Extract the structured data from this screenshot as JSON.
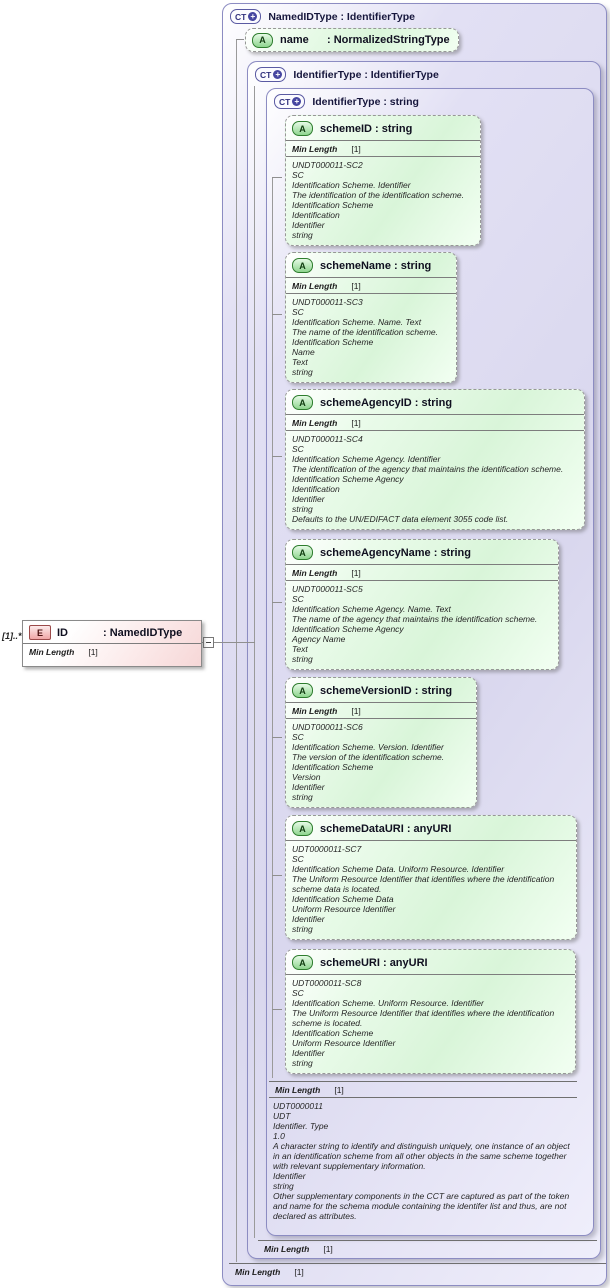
{
  "colors": {
    "lavender": "#d9d7ee",
    "green": "#d9f5d9",
    "pink": "#f6d7d7",
    "ct_border": "#8c8cc2",
    "attr_border": "#2e7d2e",
    "elem_border": "#9c4a4a"
  },
  "badges": {
    "complex_type": "CT",
    "attribute": "A",
    "element": "E",
    "plus": "+"
  },
  "root": {
    "title": "NamedIDType : IdentifierType",
    "facet": {
      "label": "Min Length",
      "value": "[1]"
    }
  },
  "name_attribute": {
    "label": "name",
    "type": ": NormalizedStringType"
  },
  "level2": {
    "title": "IdentifierType : IdentifierType",
    "facet": {
      "label": "Min Length",
      "value": "[1]"
    }
  },
  "level3": {
    "title": "IdentifierType : string",
    "facet": {
      "label": "Min Length",
      "value": "[1]"
    },
    "annotation": "UDT0000011\nUDT\nIdentifier. Type\n1.0\nA character string to identify and distinguish uniquely, one instance of an object in an identification scheme from all other objects in the same scheme together with relevant supplementary information.\nIdentifier\nstring\nOther supplementary components in the CCT are captured as part of the token and name for the schema module containing the identifer list and thus, are not declared as attributes."
  },
  "element": {
    "cardinality": "[1]..*",
    "label": "ID",
    "type": ": NamedIDType",
    "facet": {
      "label": "Min Length",
      "value": "[1]"
    }
  },
  "attributes": [
    {
      "title": "schemeID : string",
      "facet_label": "Min Length",
      "facet_value": "[1]",
      "annotation": "UNDT000011-SC2\nSC\nIdentification Scheme. Identifier\nThe identification of the identification scheme.\nIdentification Scheme\nIdentification\nIdentifier\nstring"
    },
    {
      "title": "schemeName : string",
      "facet_label": "Min Length",
      "facet_value": "[1]",
      "annotation": "UNDT000011-SC3\nSC\nIdentification Scheme. Name. Text\nThe name of the identification scheme.\nIdentification Scheme\nName\nText\nstring"
    },
    {
      "title": "schemeAgencyID : string",
      "facet_label": "Min Length",
      "facet_value": "[1]",
      "annotation": "UNDT000011-SC4\nSC\nIdentification Scheme Agency. Identifier\nThe identification of the agency that maintains the identification scheme.\nIdentification Scheme Agency\nIdentification\nIdentifier\nstring\nDefaults to the UN/EDIFACT data element 3055 code list."
    },
    {
      "title": "schemeAgencyName : string",
      "facet_label": "Min Length",
      "facet_value": "[1]",
      "annotation": "UNDT000011-SC5\nSC\nIdentification Scheme Agency. Name. Text\nThe name of the agency that maintains the identification scheme.\nIdentification Scheme Agency\nAgency Name\nText\nstring"
    },
    {
      "title": "schemeVersionID : string",
      "facet_label": "Min Length",
      "facet_value": "[1]",
      "annotation": "UNDT000011-SC6\nSC\nIdentification Scheme. Version. Identifier\nThe version of the identification scheme.\nIdentification Scheme\nVersion\nIdentifier\nstring"
    },
    {
      "title": "schemeDataURI : anyURI",
      "annotation": "UDT0000011-SC7\nSC\nIdentification Scheme Data. Uniform Resource. Identifier\nThe Uniform Resource Identifier that identifies where the identification scheme data is located.\nIdentification Scheme Data\nUniform Resource Identifier\nIdentifier\nstring"
    },
    {
      "title": "schemeURI : anyURI",
      "annotation": "UDT0000011-SC8\nSC\nIdentification Scheme. Uniform Resource. Identifier\nThe Uniform Resource Identifier that identifies where the identification scheme is located.\nIdentification Scheme\nUniform Resource Identifier\nIdentifier\nstring"
    }
  ]
}
